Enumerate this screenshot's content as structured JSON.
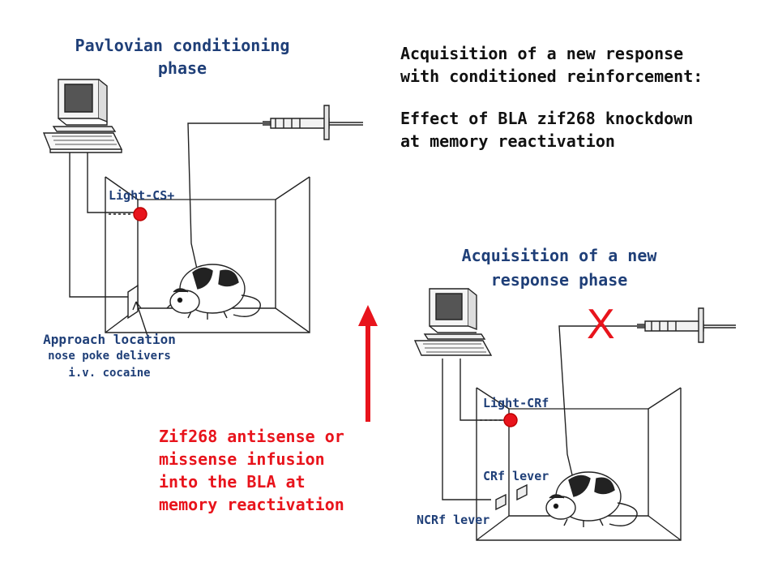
{
  "left_panel": {
    "title_line1": "Pavlovian conditioning",
    "title_line2": "phase",
    "light_label": "Light-CS+",
    "approach_line1": "Approach location",
    "approach_line2": "nose poke delivers",
    "approach_line3": "i.v. cocaine"
  },
  "top_right": {
    "line1": "Acquisition of a new response",
    "line2": "with conditioned reinforcement:",
    "line3": "Effect of BLA zif268 knockdown",
    "line4": "at memory reactivation"
  },
  "right_panel": {
    "title_line1": "Acquisition of a new",
    "title_line2": "response phase",
    "light_label": "Light-CRf",
    "crf_lever": "CRf lever",
    "ncrf_lever": "NCRf lever",
    "blocked_mark": "X"
  },
  "infusion": {
    "line1": "Zif268 antisense or",
    "line2": "missense infusion",
    "line3": "into the BLA at",
    "line4": "memory reactivation"
  },
  "colors": {
    "title_blue": "#1f3f78",
    "accent_red": "#e8141c",
    "text_black": "#111111"
  }
}
